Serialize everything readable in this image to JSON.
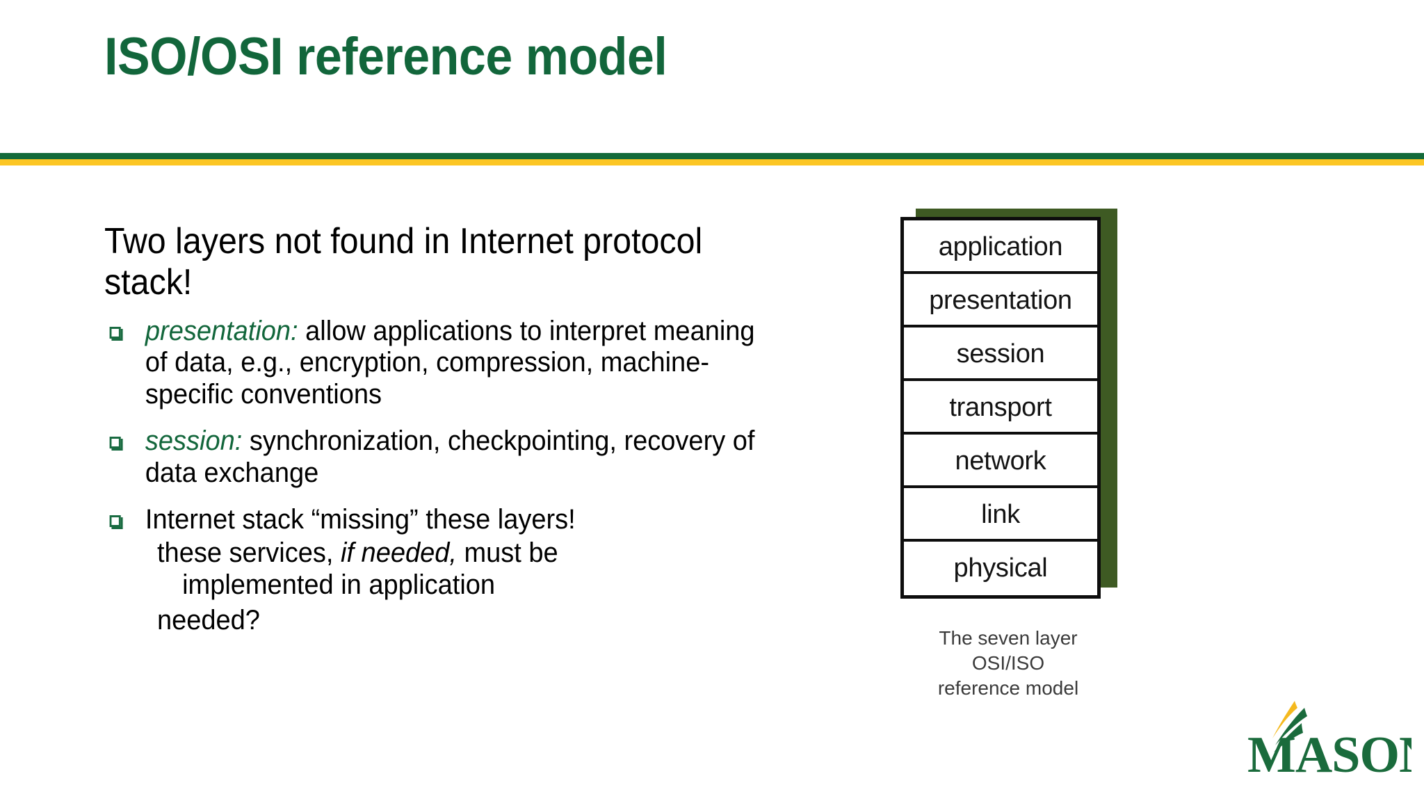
{
  "slide": {
    "title": "ISO/OSI reference model",
    "accent_green": "#12663B",
    "accent_gold": "#FCC624",
    "shadow_green": "#3E5A23"
  },
  "content": {
    "lead": "Two layers not found in  Internet protocol stack!",
    "bullets": [
      {
        "keyword": "presentation:",
        "text": " allow applications to interpret meaning of data, e.g., encryption, compression, machine-specific conventions"
      },
      {
        "keyword": "session:",
        "text": " synchronization, checkpointing, recovery of data exchange"
      },
      {
        "keyword": "",
        "text": "Internet stack “missing” these layers!",
        "sub_a_pre": "these services, ",
        "sub_a_em": "if needed,",
        "sub_a_post": " must be",
        "sub_b": "implemented in application",
        "sub_c": "needed?"
      }
    ]
  },
  "figure": {
    "layers": [
      "application",
      "presentation",
      "session",
      "transport",
      "network",
      "link",
      "physical"
    ],
    "caption_line1": "The seven layer OSI/ISO",
    "caption_line2": "reference model"
  },
  "logo": {
    "wordmark": "MASON",
    "green": "#1A6B3C",
    "gold": "#F5B91E"
  }
}
